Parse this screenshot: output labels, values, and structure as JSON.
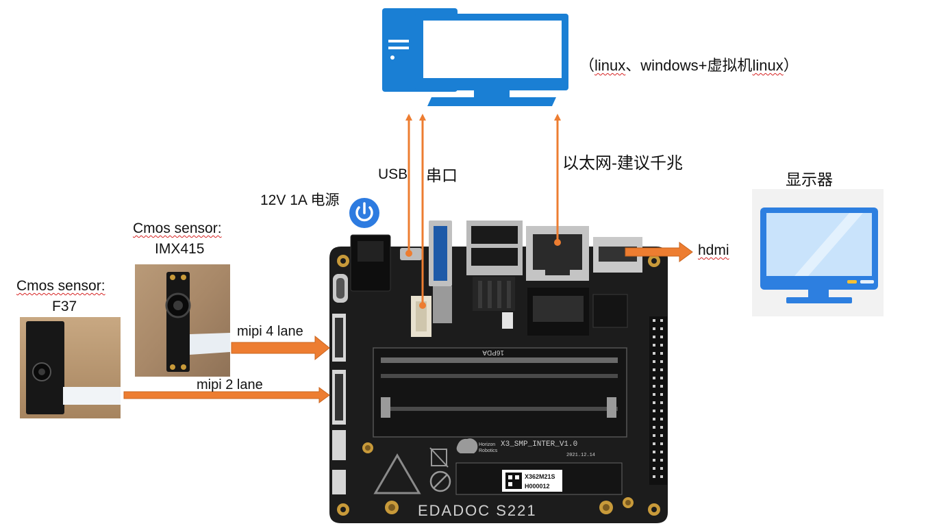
{
  "labels": {
    "os_note_open": "（",
    "os_note_linux": "linux",
    "os_note_sep": "、windows+虚拟机",
    "os_note_linux2": "linux",
    "os_note_close": "）",
    "usb": "USB",
    "serial": "串口",
    "ethernet": "以太网-建议千兆",
    "display": "显示器",
    "power": "12V 1A 电源",
    "hdmi": "hdmi",
    "cmos_imx415_line1": "Cmos sensor:",
    "cmos_imx415_line2": "IMX415",
    "cmos_f37_line1": "Cmos sensor:",
    "cmos_f37_line2": "F37",
    "mipi4": "mipi 4 lane",
    "mipi2": "mipi 2 lane"
  },
  "board": {
    "silk_model": "X3_SMP_INTER_V1.0",
    "silk_date": "2021.12.14",
    "brand_line1": "Horizon",
    "brand_line2": "Robotics",
    "maker": "EDADOC S221",
    "qr_line1": "X362M21S",
    "qr_line2": "H000012",
    "ddr_mark": "16PDA"
  },
  "colors": {
    "arrow": "#ed7d31",
    "pc_blue": "#1a7fd4",
    "monitor_blue": "#2d7fe0",
    "power_icon": "#2d7be0",
    "board_black": "#1c1c1c"
  },
  "icons": {
    "pc": "desktop-computer-icon",
    "monitor": "monitor-icon",
    "power": "power-icon"
  }
}
